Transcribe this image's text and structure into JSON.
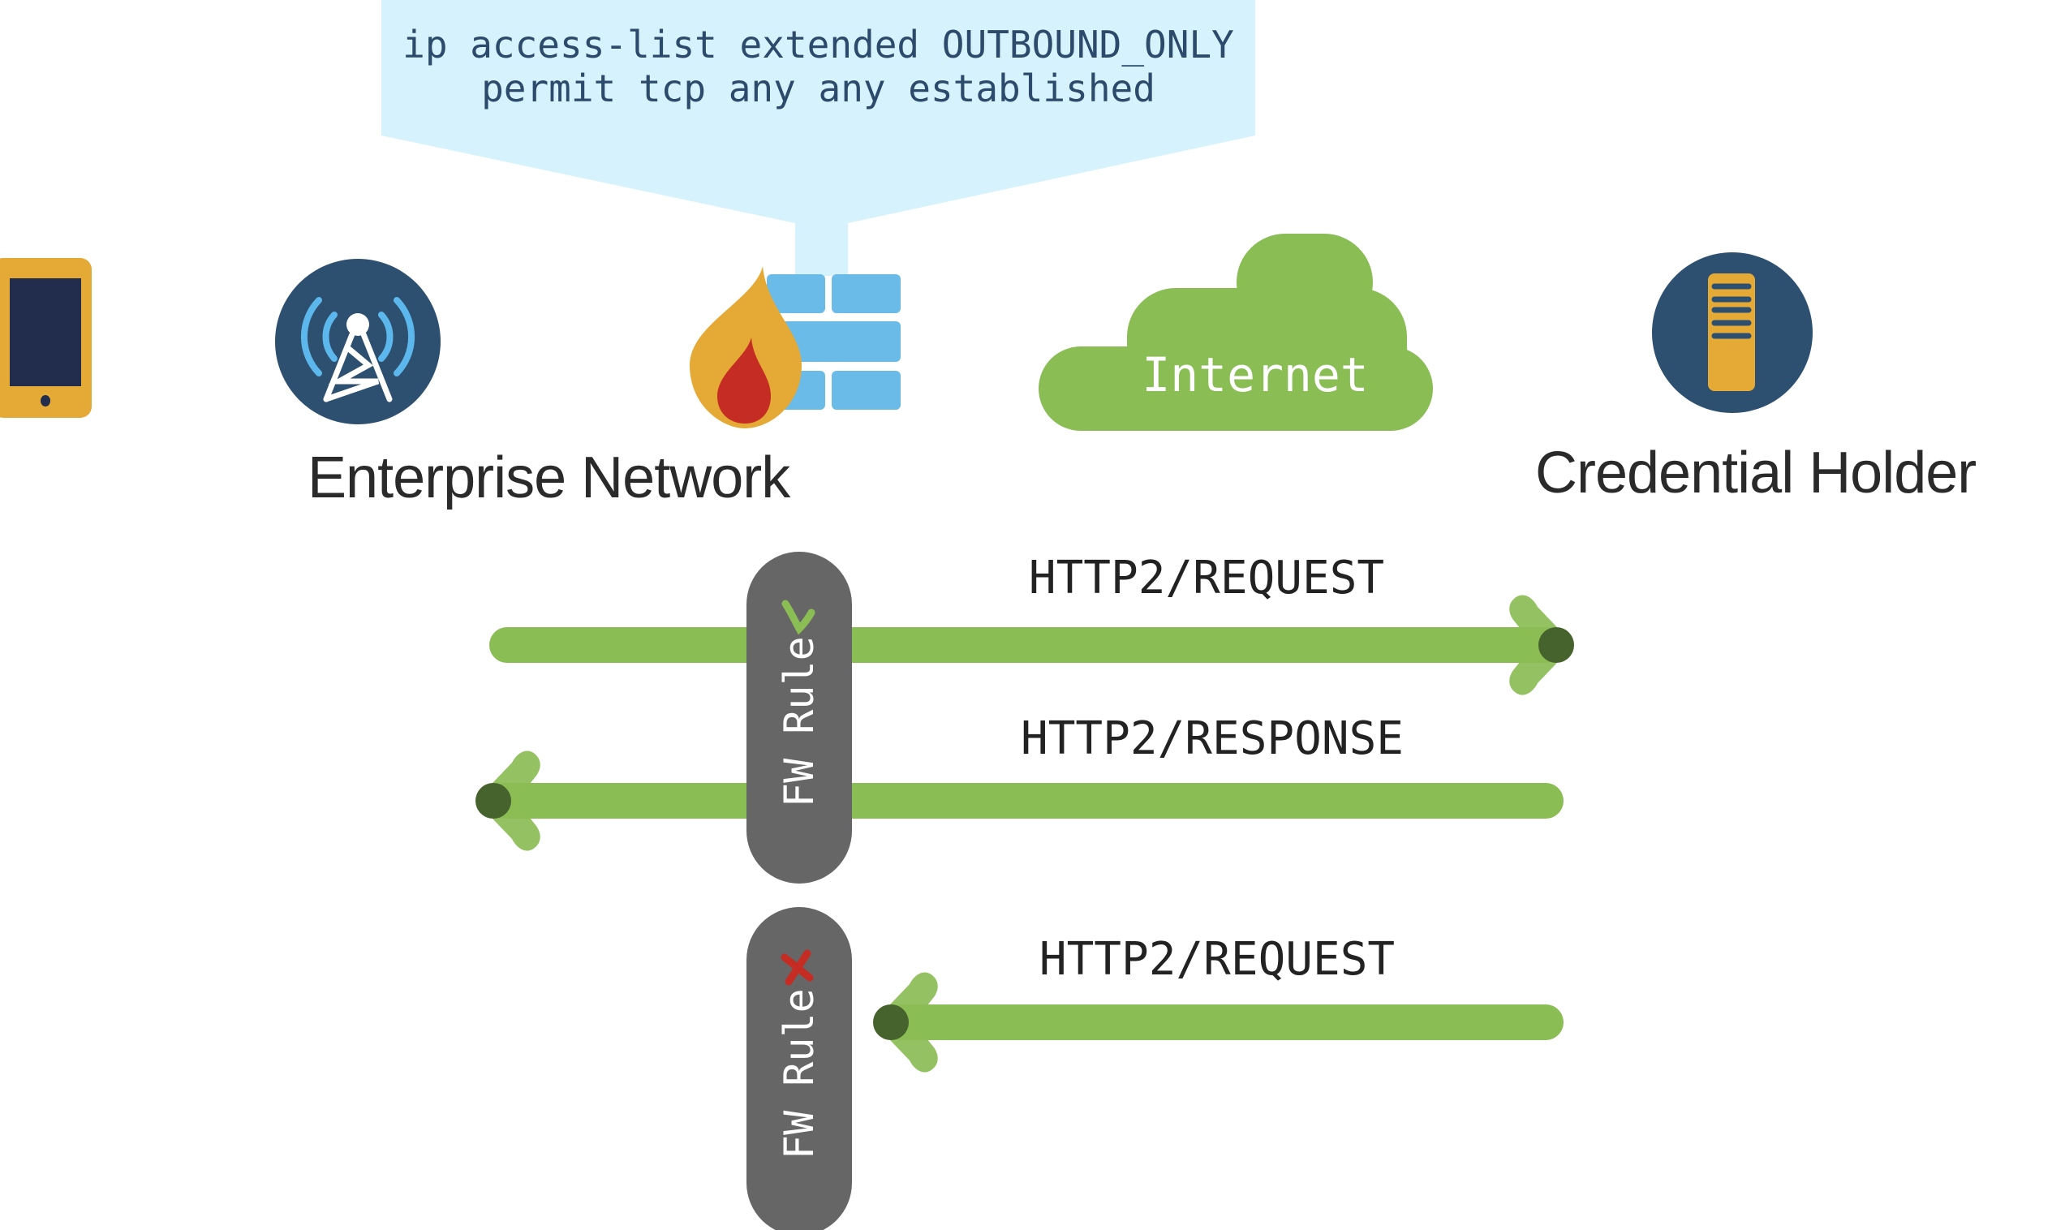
{
  "callout": {
    "line1": "ip access-list extended OUTBOUND_ONLY",
    "line2": "permit tcp any any established"
  },
  "nodes": {
    "phone": {
      "icon": "mobile-phone-icon"
    },
    "tower": {
      "icon": "wireless-tower-icon"
    },
    "firewall": {
      "icon": "firewall-icon"
    },
    "internet": {
      "icon": "cloud-icon",
      "label": "Internet"
    },
    "server": {
      "icon": "server-icon"
    }
  },
  "labels": {
    "enterprise": "Enterprise Network",
    "credential_holder": "Credential Holder"
  },
  "flows": [
    {
      "label": "HTTP2/REQUEST",
      "direction": "outbound",
      "allowed": true
    },
    {
      "label": "HTTP2/RESPONSE",
      "direction": "inbound",
      "allowed": true
    },
    {
      "label": "HTTP2/REQUEST",
      "direction": "inbound",
      "allowed": false
    }
  ],
  "rules": [
    {
      "label": "FW Rule",
      "status_icon": "checkmark-icon",
      "status": "allowed"
    },
    {
      "label": "FW Rule",
      "status_icon": "x-mark-icon",
      "status": "blocked"
    }
  ],
  "colors": {
    "callout_bg": "#d6f2fc",
    "callout_text": "#2c4a6b",
    "arrow_green": "#8bbd55",
    "arrow_dark": "#46622d",
    "pill_gray": "#666666",
    "navy": "#2e5070",
    "orange": "#e5a935",
    "flame_red": "#c42c24",
    "brick_blue": "#6abbe8",
    "check_green": "#8bbd55",
    "x_red": "#c42c24"
  }
}
